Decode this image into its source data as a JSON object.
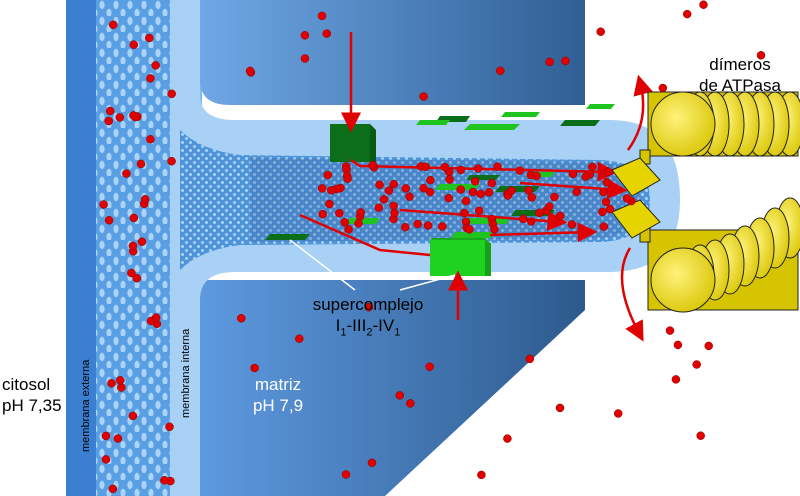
{
  "labels": {
    "citosol_line1": "citosol",
    "citosol_line2": "pH 7,35",
    "membrana_externa": "membrana externa",
    "membrana_interna": "membrana interna",
    "matriz_line1": "matriz",
    "matriz_line2": "pH 7,9",
    "supercomplejo_line1": "supercomplejo",
    "supercomplejo_line2_parts": [
      "I",
      "1",
      "-III",
      "2",
      "-IV",
      "1"
    ],
    "dimeros_line1": "dímeros",
    "dimeros_line2": "de ATPasa"
  },
  "colors": {
    "outer_membrane": "#3a7fd0",
    "intermembrane": "#5aa0e2",
    "matrix_dark": "#3b6ea8",
    "inner_membrane": "#9ecbf2",
    "proton": "#e00000",
    "complex_green": "#1fc41f",
    "complex_dark_green": "#0d6e1a",
    "atpase_yellow": "#e6d400"
  },
  "icons": [
    "proton-dot-icon",
    "atpase-rotor-icon",
    "respiratory-complex-icon",
    "proton-flow-arrow-icon"
  ]
}
